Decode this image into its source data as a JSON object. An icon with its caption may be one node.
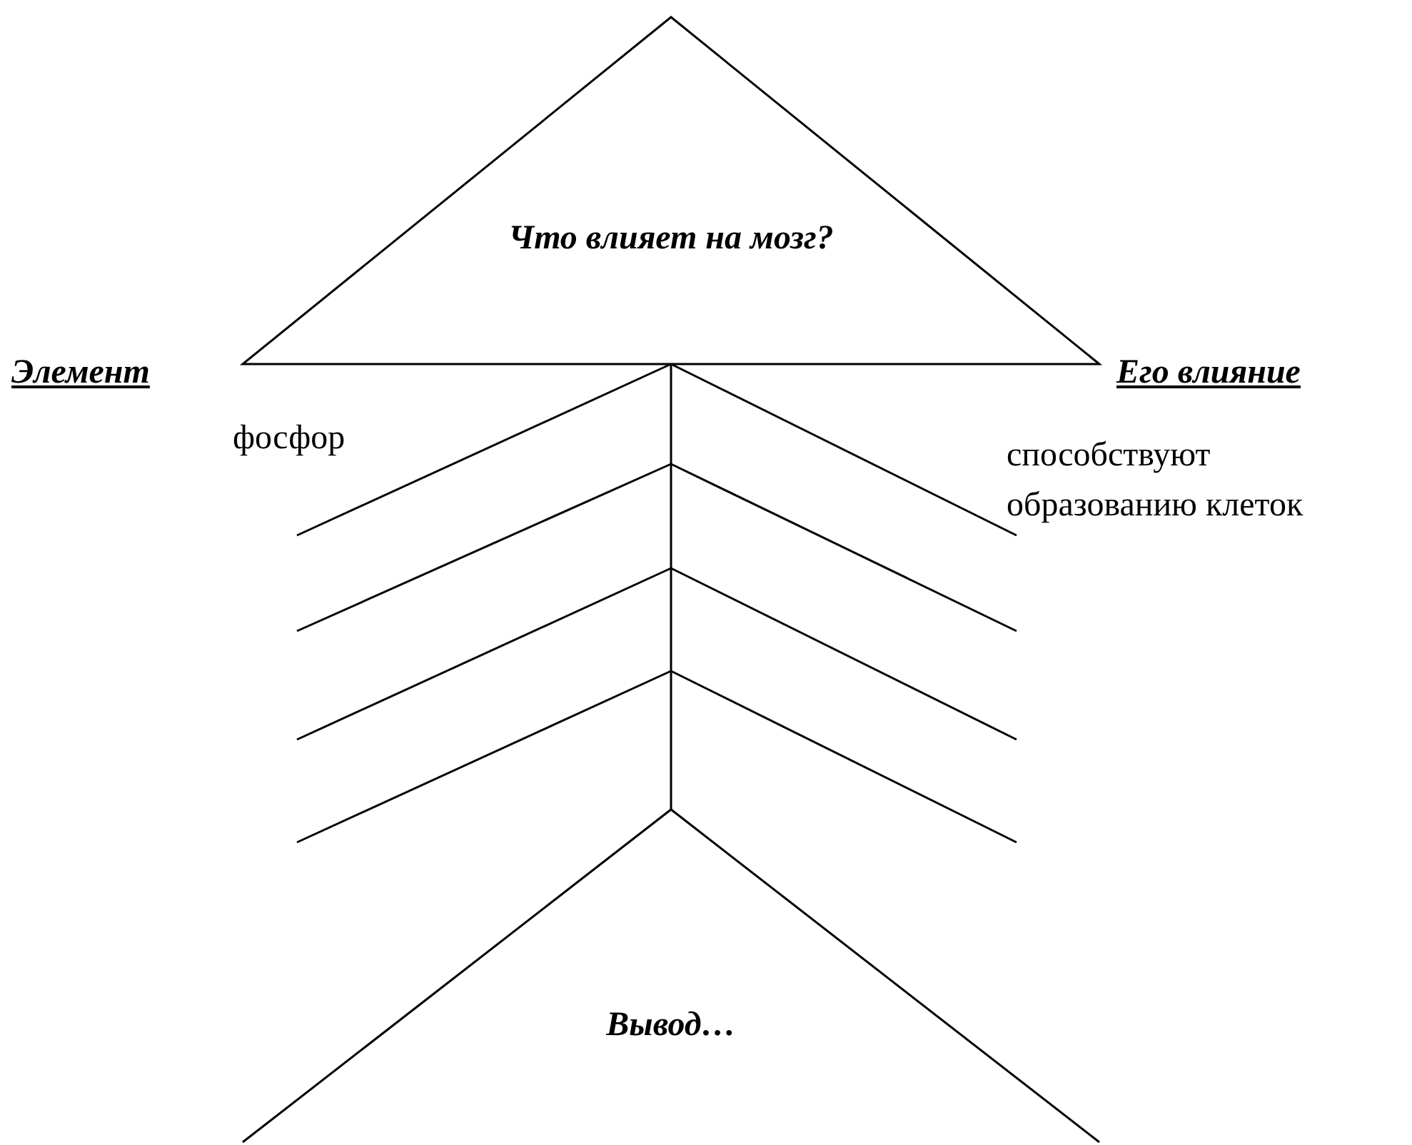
{
  "diagram": {
    "nodes": [
      {
        "text": [
          "Что влияет на мозг?"
        ]
      },
      {
        "text": [
          "Вывод…"
        ]
      }
    ],
    "edges": [
      {
        "from": 0,
        "to": 1,
        "arrow": "none"
      }
    ],
    "labels": [
      "Элемент",
      "Его влияние",
      "фосфор",
      "способствуют образованию клеток"
    ]
  }
}
